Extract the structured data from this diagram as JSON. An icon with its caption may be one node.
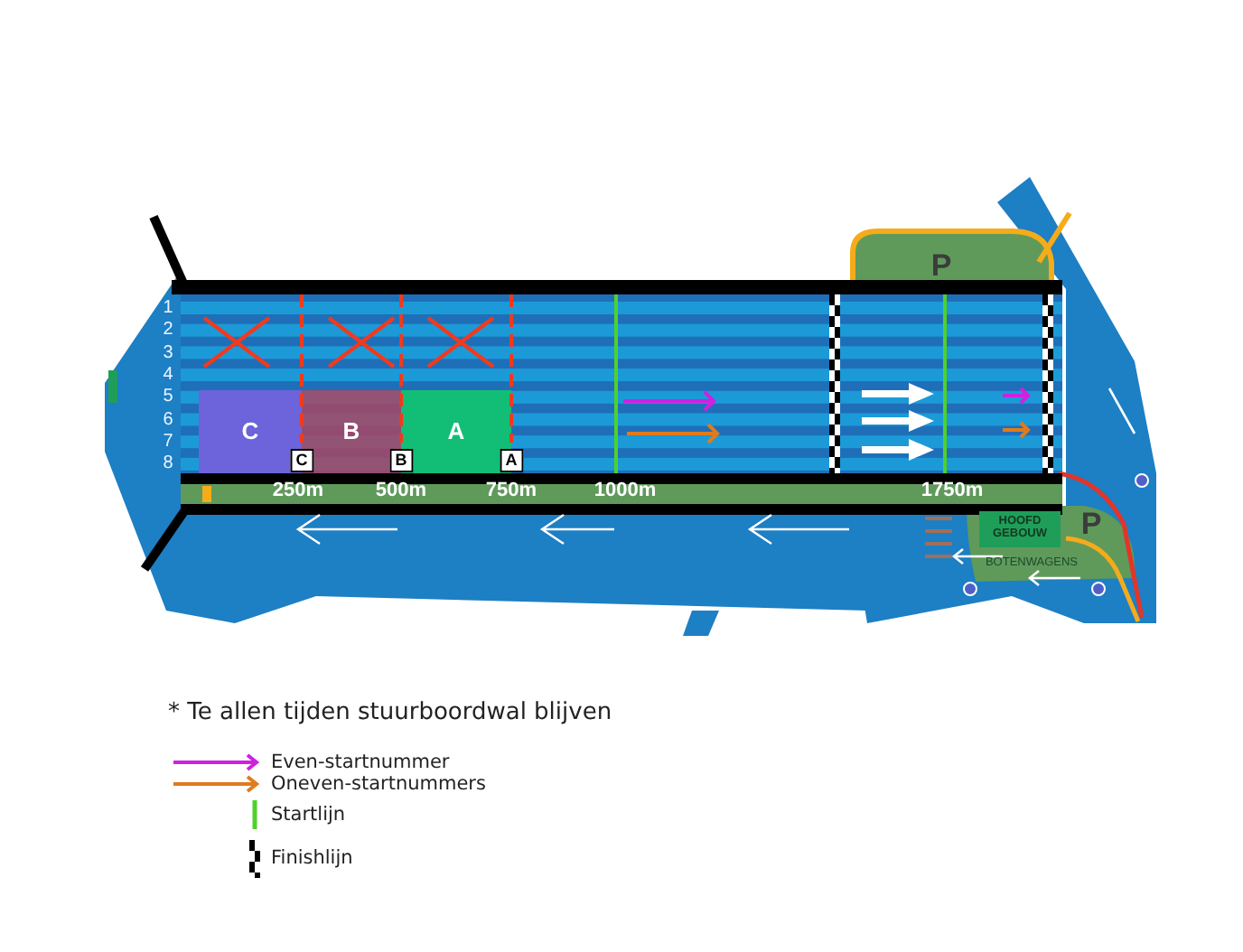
{
  "diagram": {
    "nodes": [
      {
        "text": [
          "C"
        ]
      },
      {
        "text": [
          "B"
        ]
      },
      {
        "text": [
          "A"
        ]
      },
      {
        "text": [
          "HOOFD GEBOUW"
        ]
      }
    ],
    "edges": [],
    "labels": [
      "1",
      "2",
      "3",
      "4",
      "5",
      "6",
      "7",
      "8",
      "C",
      "B",
      "A",
      "250m",
      "500m",
      "750m",
      "1000m",
      "1750m",
      "P",
      "P",
      "BOTENWAGENS",
      "* Te allen tijden stuurboordwal blijven"
    ],
    "legend": [
      {
        "text": "Even-startnummer"
      },
      {
        "text": "Oneven-startnummers"
      },
      {
        "text": "Startlijn"
      },
      {
        "text": "Finishlijn"
      }
    ]
  }
}
